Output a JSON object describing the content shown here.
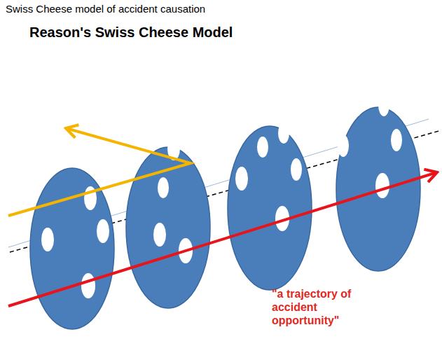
{
  "diagram": {
    "title": "Reason's Swiss Cheese Model",
    "caption": "Swiss Cheese model of accident causation",
    "labels": [
      "\"a trajectory of accident opportunity\""
    ]
  }
}
